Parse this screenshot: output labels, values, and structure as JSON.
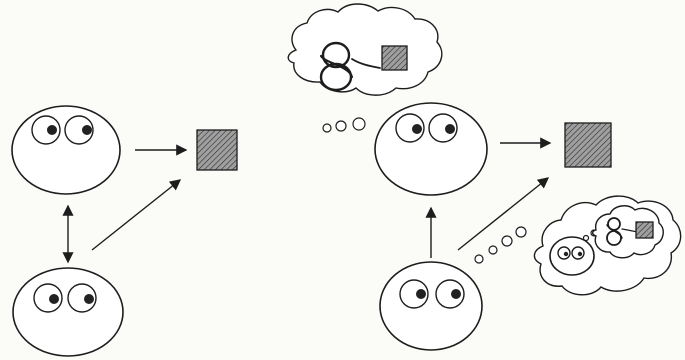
{
  "figure": {
    "panels": [
      {
        "id": "left-panel",
        "faces": [
          "person-top",
          "person-bottom"
        ],
        "shared_object": "target-square"
      },
      {
        "id": "right-panel",
        "faces": [
          "person-top",
          "person-bottom"
        ],
        "shared_object": "target-square",
        "thought_bubbles": [
          {
            "owner": "person-top",
            "content": "self-eyes-square"
          },
          {
            "owner": "person-bottom",
            "content": "other-person-self-eyes-square"
          }
        ]
      }
    ]
  },
  "icons": {
    "object": "hatched-square",
    "face": "smiley-eyes",
    "thought": "cloud"
  }
}
